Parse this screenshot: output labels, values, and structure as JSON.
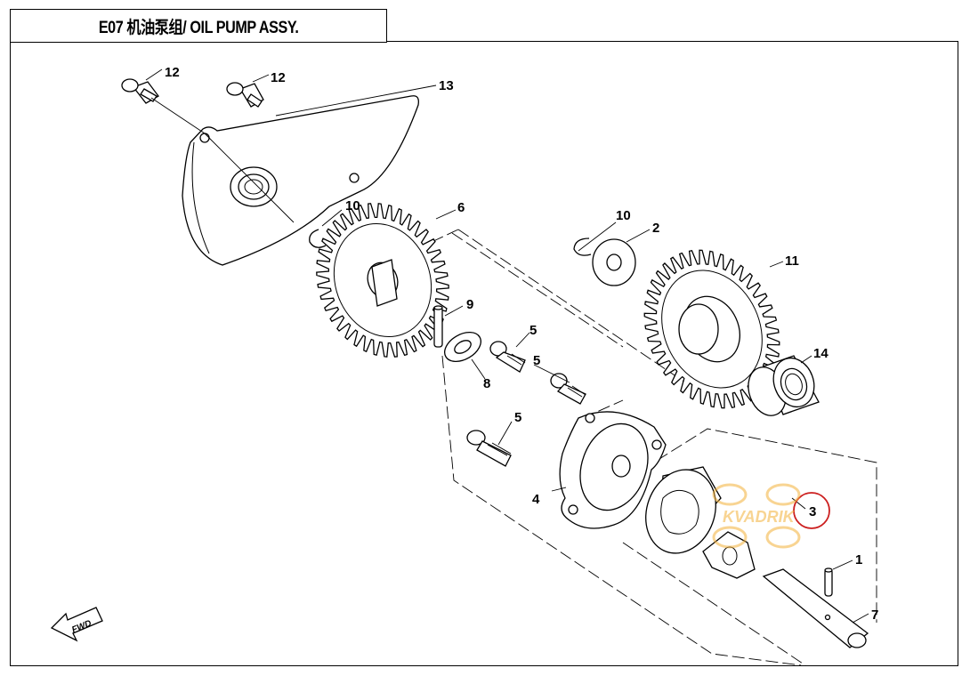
{
  "diagram": {
    "title": "E07  机油泵组/ OIL PUMP ASSY.",
    "fwd_label": "FWD",
    "watermark_text": "KVADRIK",
    "highlight_color": "#cc1f1f",
    "watermark_color": "#f4b13a",
    "callouts": {
      "c12a": "12",
      "c12b": "12",
      "c13": "13",
      "c10a": "10",
      "c6": "6",
      "c10b": "10",
      "c2": "2",
      "c11": "11",
      "c9": "9",
      "c5a": "5",
      "c5b": "5",
      "c8": "8",
      "c14": "14",
      "c5c": "5",
      "c4": "4",
      "c3": "3",
      "c1": "1",
      "c7": "7"
    }
  }
}
